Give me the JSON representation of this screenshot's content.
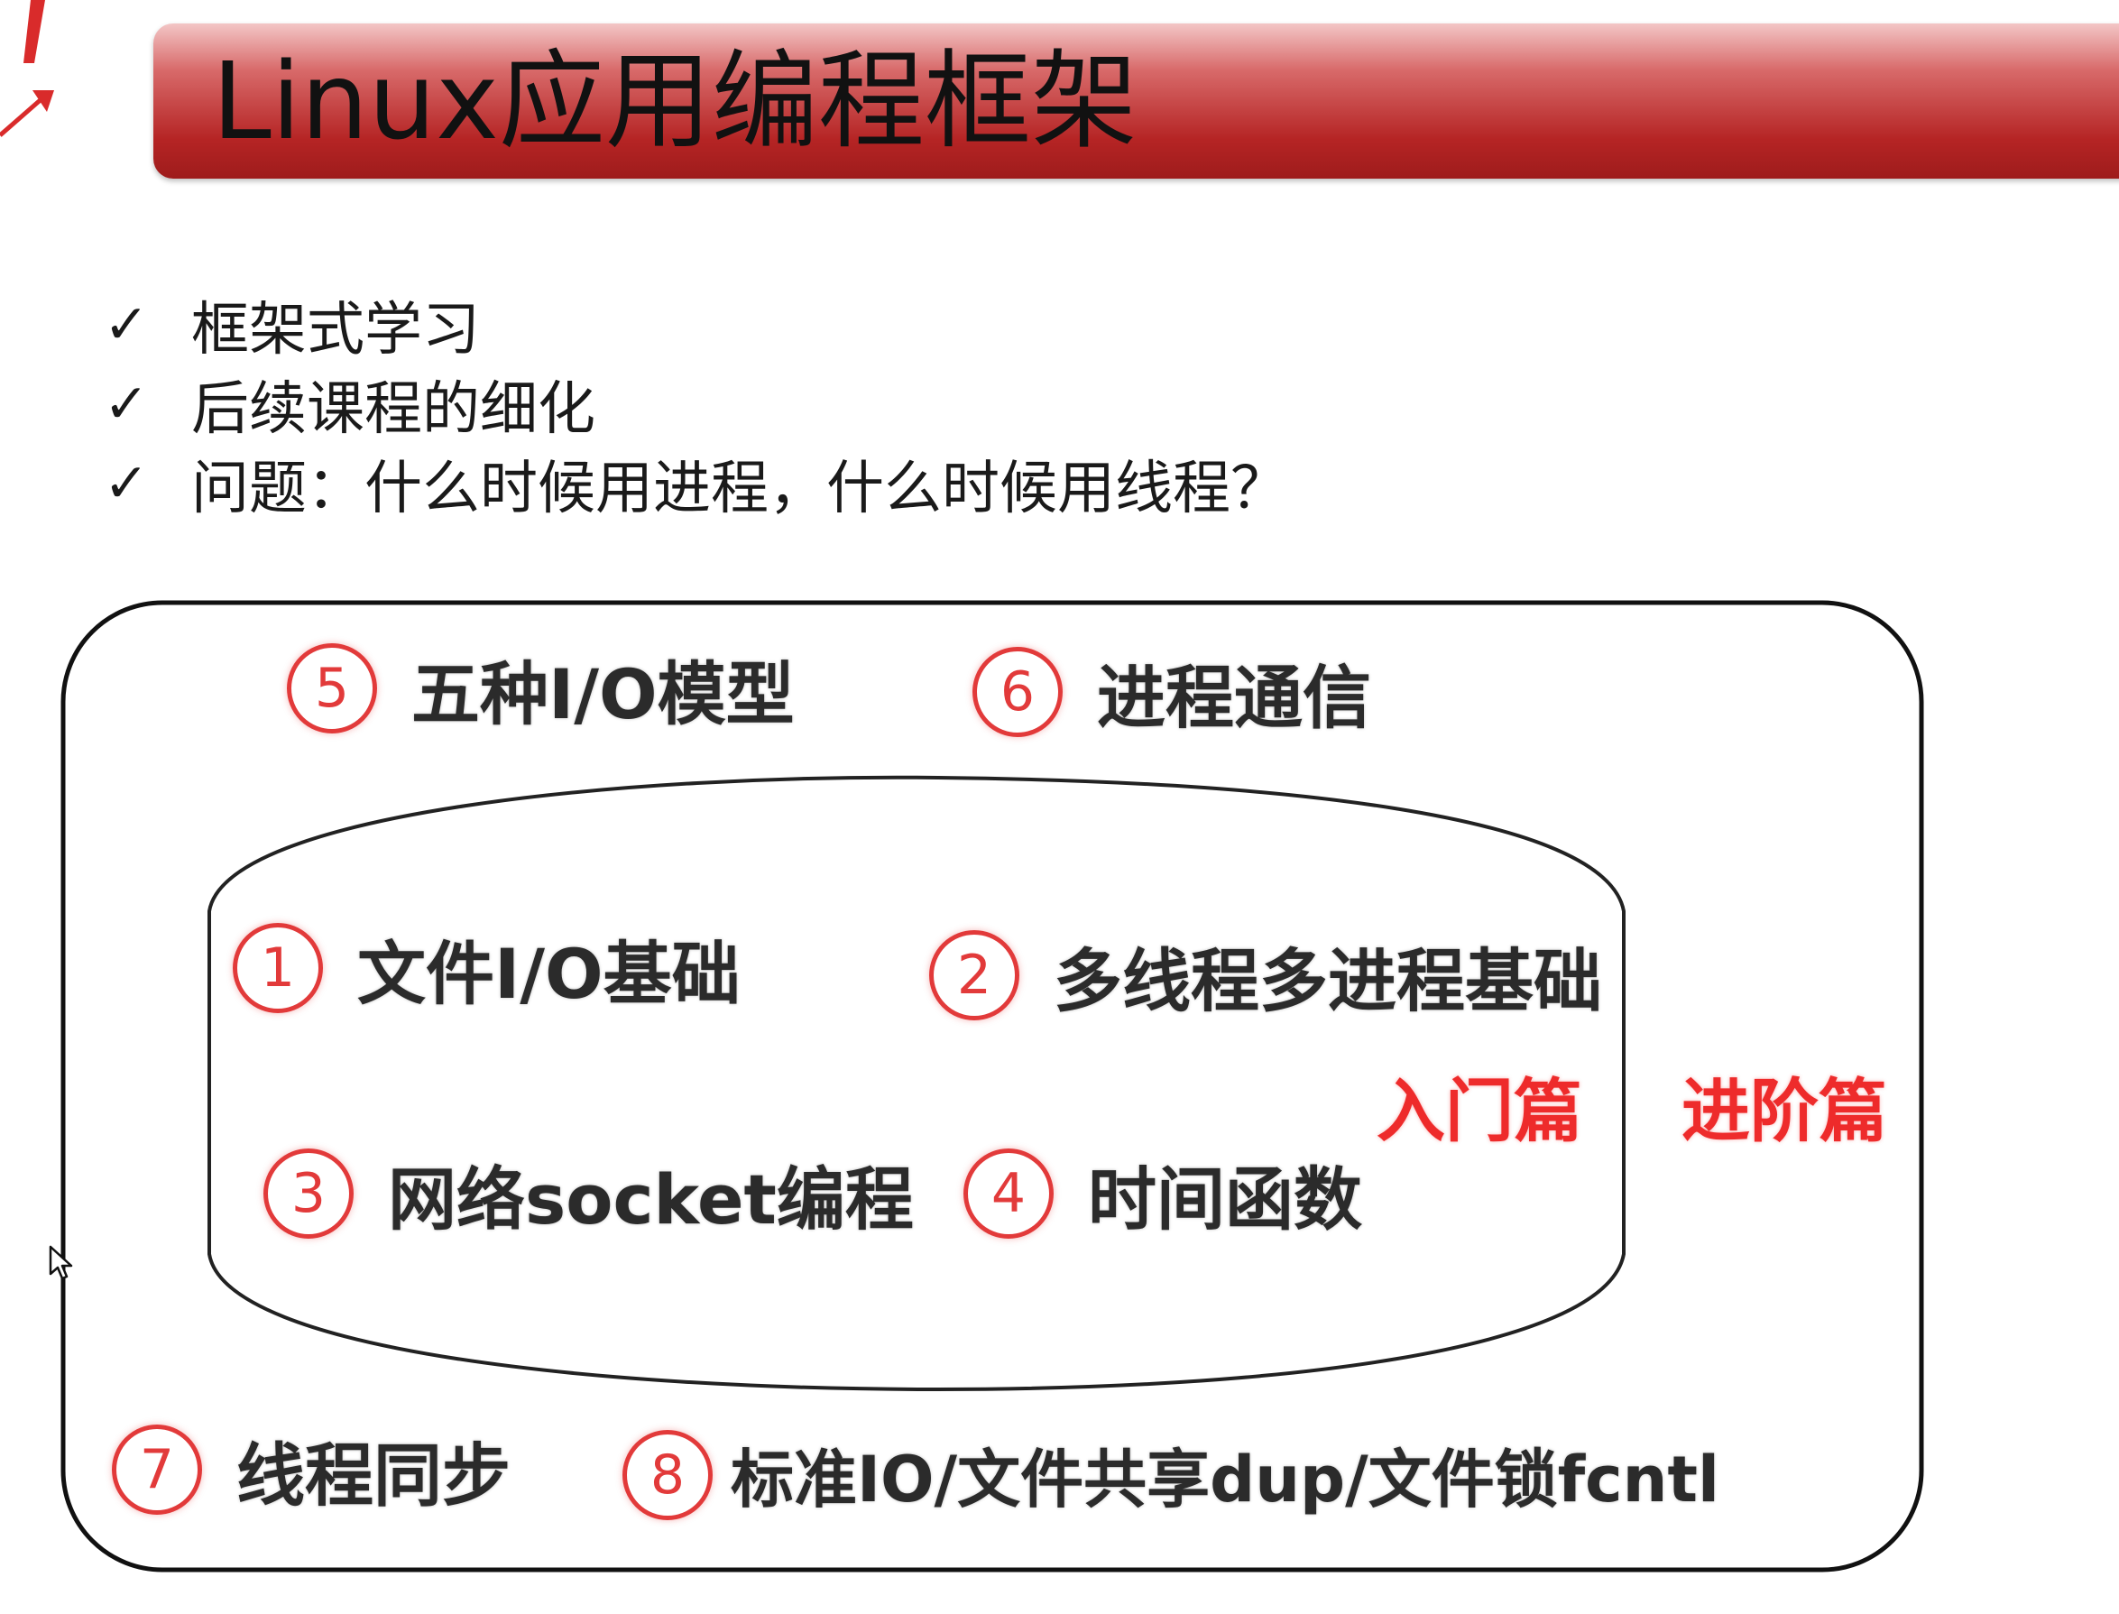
{
  "title": "Linux应用编程框架",
  "bullets": [
    {
      "text": "框架式学习"
    },
    {
      "text": "后续课程的细化"
    },
    {
      "text": "问题：什么时候用进程，什么时候用线程？"
    }
  ],
  "check_mark": "✓",
  "diagram": {
    "inner_label": "入门篇",
    "outer_label": "进阶篇",
    "items": [
      {
        "num": "1",
        "label": "文件I/O基础"
      },
      {
        "num": "2",
        "label": "多线程多进程基础"
      },
      {
        "num": "3",
        "label": "网络socket编程"
      },
      {
        "num": "4",
        "label": "时间函数"
      },
      {
        "num": "5",
        "label": "五种I/O模型"
      },
      {
        "num": "6",
        "label": "进程通信"
      },
      {
        "num": "7",
        "label": "线程同步"
      },
      {
        "num": "8",
        "label": "标准IO/文件共享dup/文件锁fcntl"
      }
    ]
  },
  "colors": {
    "accent_red": "#e23a3a",
    "banner_red": "#b52424",
    "tier_label_red": "#ee2b2b"
  }
}
